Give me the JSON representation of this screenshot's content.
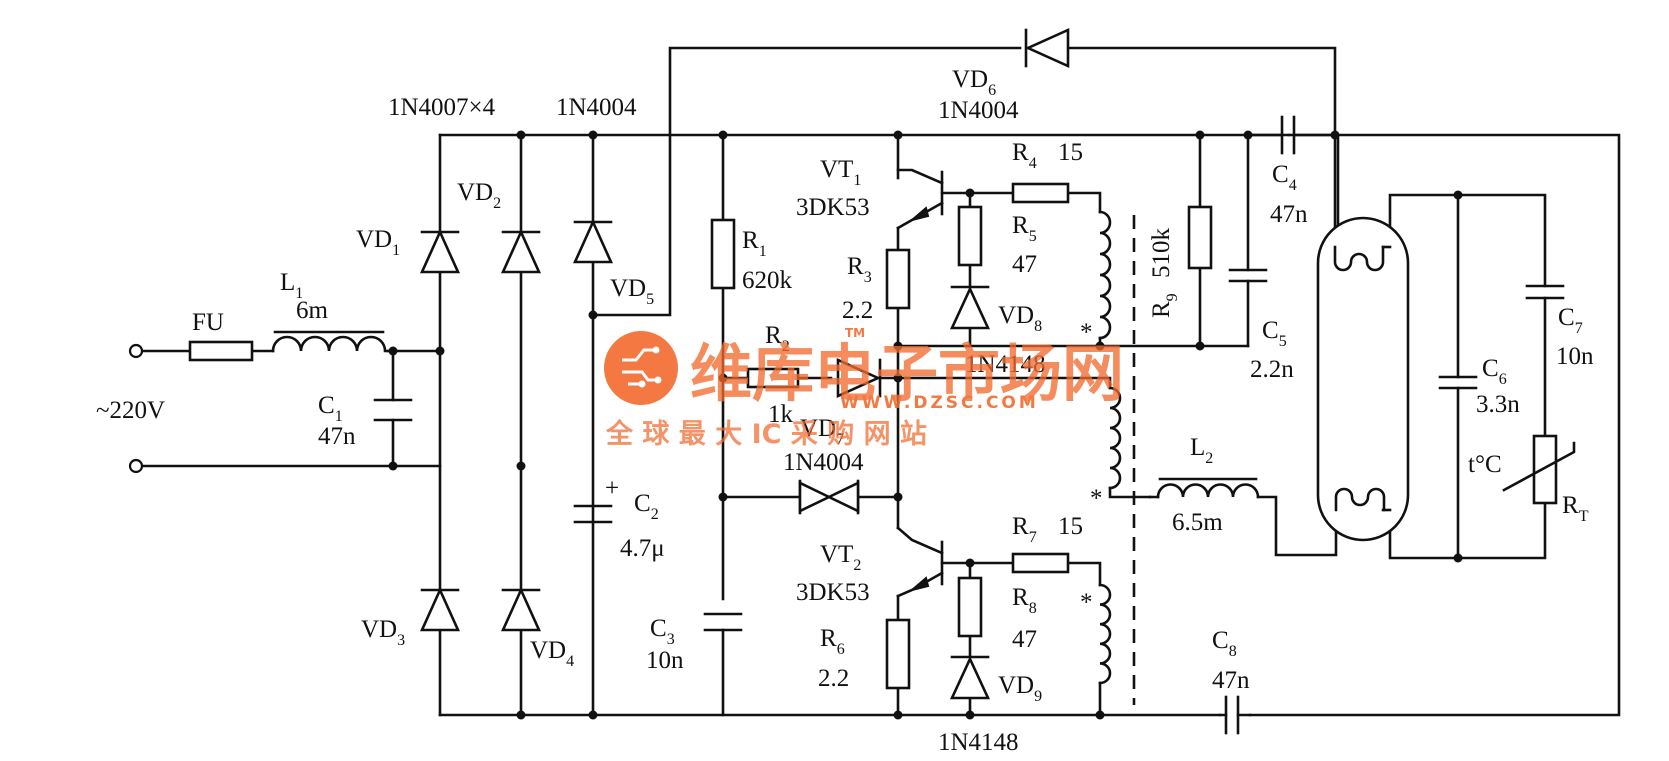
{
  "source_label": "~220V",
  "fuse": {
    "name": "FU"
  },
  "inductors": {
    "L1": {
      "name": "L",
      "sub": "1",
      "value": "6m"
    },
    "L2": {
      "name": "L",
      "sub": "2",
      "value": "6.5m"
    }
  },
  "capacitors": {
    "C1": {
      "name": "C",
      "sub": "1",
      "value": "47n"
    },
    "C2": {
      "name": "C",
      "sub": "2",
      "value": "4.7μ",
      "polarity": "+"
    },
    "C3": {
      "name": "C",
      "sub": "3",
      "value": "10n"
    },
    "C4": {
      "name": "C",
      "sub": "4",
      "value": "47n"
    },
    "C5": {
      "name": "C",
      "sub": "5",
      "value": "2.2n"
    },
    "C6": {
      "name": "C",
      "sub": "6",
      "value": "3.3n"
    },
    "C7": {
      "name": "C",
      "sub": "7",
      "value": "10n"
    },
    "C8": {
      "name": "C",
      "sub": "8",
      "value": "47n"
    }
  },
  "resistors": {
    "R1": {
      "name": "R",
      "sub": "1",
      "value": "620k"
    },
    "R2": {
      "name": "R",
      "sub": "2",
      "value": "1k"
    },
    "R3": {
      "name": "R",
      "sub": "3",
      "value": "2.2"
    },
    "R4": {
      "name": "R",
      "sub": "4",
      "value": "15"
    },
    "R5": {
      "name": "R",
      "sub": "5",
      "value": "47"
    },
    "R6": {
      "name": "R",
      "sub": "6",
      "value": "2.2"
    },
    "R7": {
      "name": "R",
      "sub": "7",
      "value": "15"
    },
    "R8": {
      "name": "R",
      "sub": "8",
      "value": "47"
    },
    "R9": {
      "name": "R",
      "sub": "9",
      "value": "510k"
    },
    "RT": {
      "name": "R",
      "sub": "T",
      "temp": "t°C"
    }
  },
  "diodes": {
    "bridge_part": "1N4007×4",
    "VD1": {
      "name": "VD",
      "sub": "1"
    },
    "VD2": {
      "name": "VD",
      "sub": "2"
    },
    "VD3": {
      "name": "VD",
      "sub": "3"
    },
    "VD4": {
      "name": "VD",
      "sub": "4"
    },
    "VD5": {
      "name": "VD",
      "sub": "5",
      "part": "1N4004"
    },
    "VD6": {
      "name": "VD",
      "sub": "6",
      "part": "1N4004"
    },
    "VD7": {
      "name": "VD",
      "sub": "7",
      "part": "1N4004"
    },
    "VD8": {
      "name": "VD",
      "sub": "8",
      "part": "1N4148"
    },
    "VD9": {
      "name": "VD",
      "sub": "9",
      "part": "1N4148"
    }
  },
  "transistors": {
    "VT1": {
      "name": "VT",
      "sub": "1",
      "part": "3DK53"
    },
    "VT2": {
      "name": "VT",
      "sub": "2",
      "part": "3DK53"
    }
  },
  "winding_mark": "*",
  "watermark": {
    "brand_cn": "维库电子市场网",
    "tm": "TM",
    "url": "WWW.DZSC.COM",
    "slogan_cn": "全 球 最 大 IC 采 购 网 站",
    "color": "#f26a2d"
  }
}
